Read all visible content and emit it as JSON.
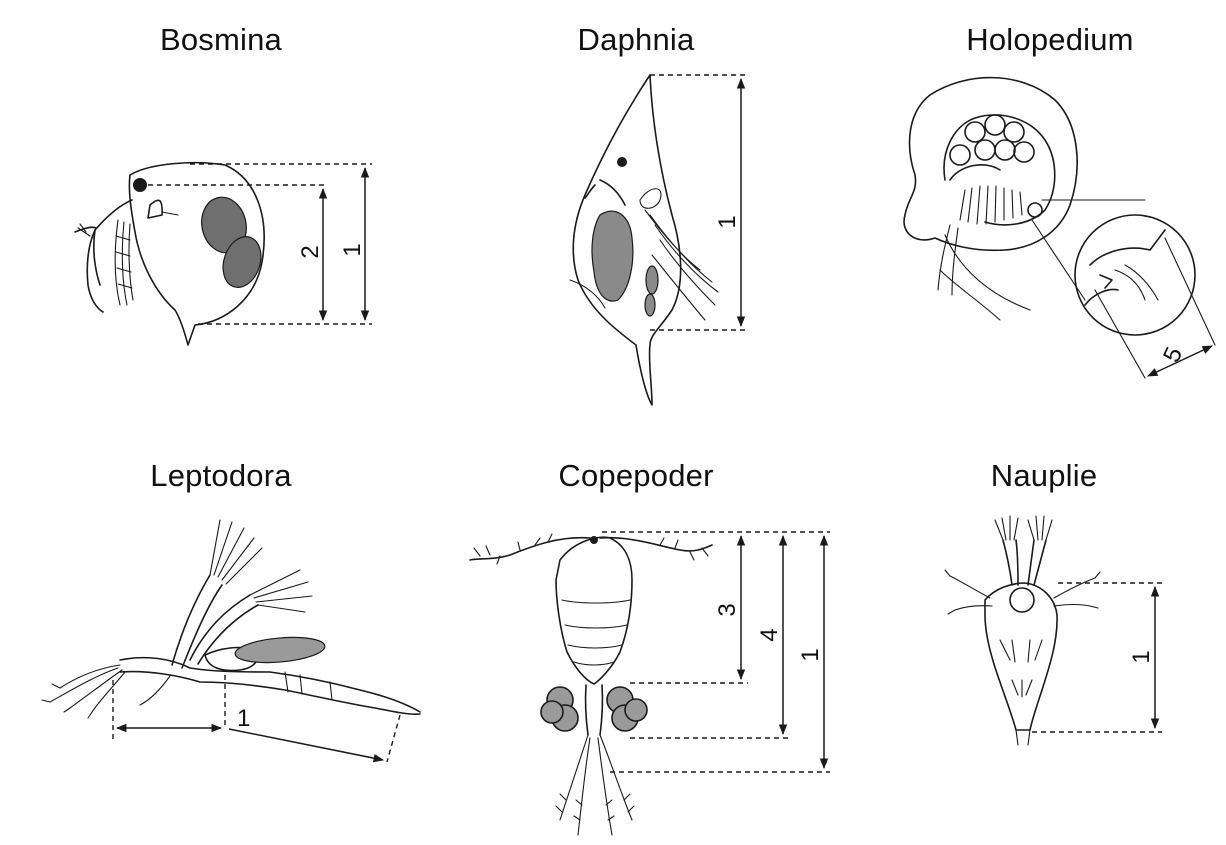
{
  "organisms": {
    "bosmina": {
      "title": "Bosmina",
      "dims": [
        "2",
        "1"
      ]
    },
    "daphnia": {
      "title": "Daphnia",
      "dims": [
        "1"
      ]
    },
    "holopedium": {
      "title": "Holopedium",
      "dims": [
        "5"
      ]
    },
    "leptodora": {
      "title": "Leptodora",
      "dims": [
        "1"
      ]
    },
    "copepoder": {
      "title": "Copepoder",
      "dims": [
        "3",
        "4",
        "1"
      ]
    },
    "nauplie": {
      "title": "Nauplie",
      "dims": [
        "1"
      ]
    }
  }
}
